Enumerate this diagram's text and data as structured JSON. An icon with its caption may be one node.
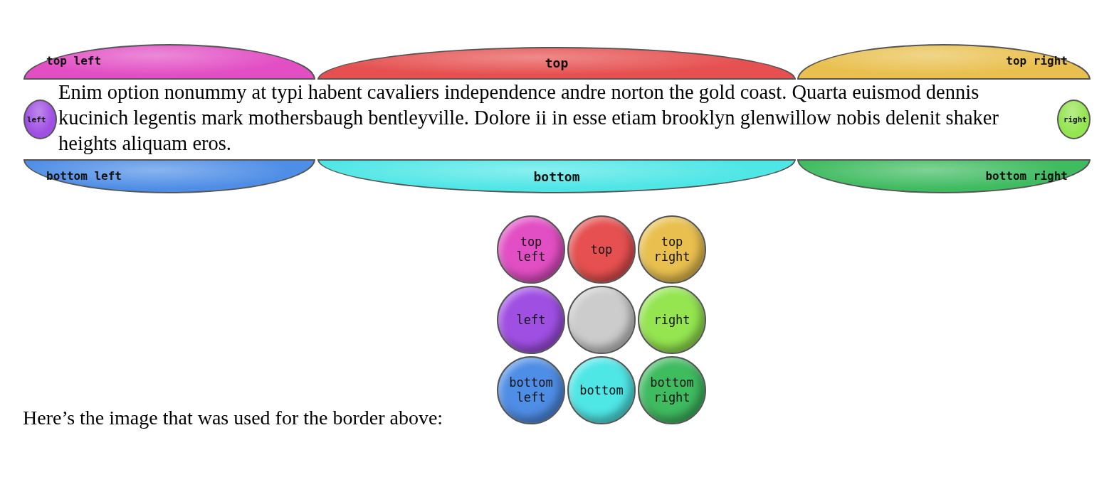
{
  "diagram": {
    "nodes": [
      {
        "text": [
          "top left"
        ]
      },
      {
        "text": [
          "top"
        ]
      },
      {
        "text": [
          "top right"
        ]
      },
      {
        "text": [
          "left"
        ]
      },
      {
        "text": [
          "right"
        ]
      },
      {
        "text": [
          "bottom left"
        ]
      },
      {
        "text": [
          "bottom"
        ]
      },
      {
        "text": [
          "bottom right"
        ]
      },
      {
        "text": [
          "top left"
        ]
      },
      {
        "text": [
          "top"
        ]
      },
      {
        "text": [
          "top right"
        ]
      },
      {
        "text": [
          "left"
        ]
      },
      {
        "text": [],
        "shape": "circle"
      },
      {
        "text": [
          "right"
        ]
      },
      {
        "text": [
          "bottom left"
        ]
      },
      {
        "text": [
          "bottom"
        ]
      },
      {
        "text": [
          "bottom right"
        ]
      }
    ],
    "edges": [],
    "labels": [
      "Enim option nonummy at typi habent cavaliers independence andre norton the gold coast. Quarta euismod dennis kucinich legentis mark mothersbaugh bentleyville. Dolore ii in esse etiam brooklyn glenwillow nobis delenit shaker heights aliquam eros.",
      "Here’s the image that was used for the border above:"
    ]
  }
}
